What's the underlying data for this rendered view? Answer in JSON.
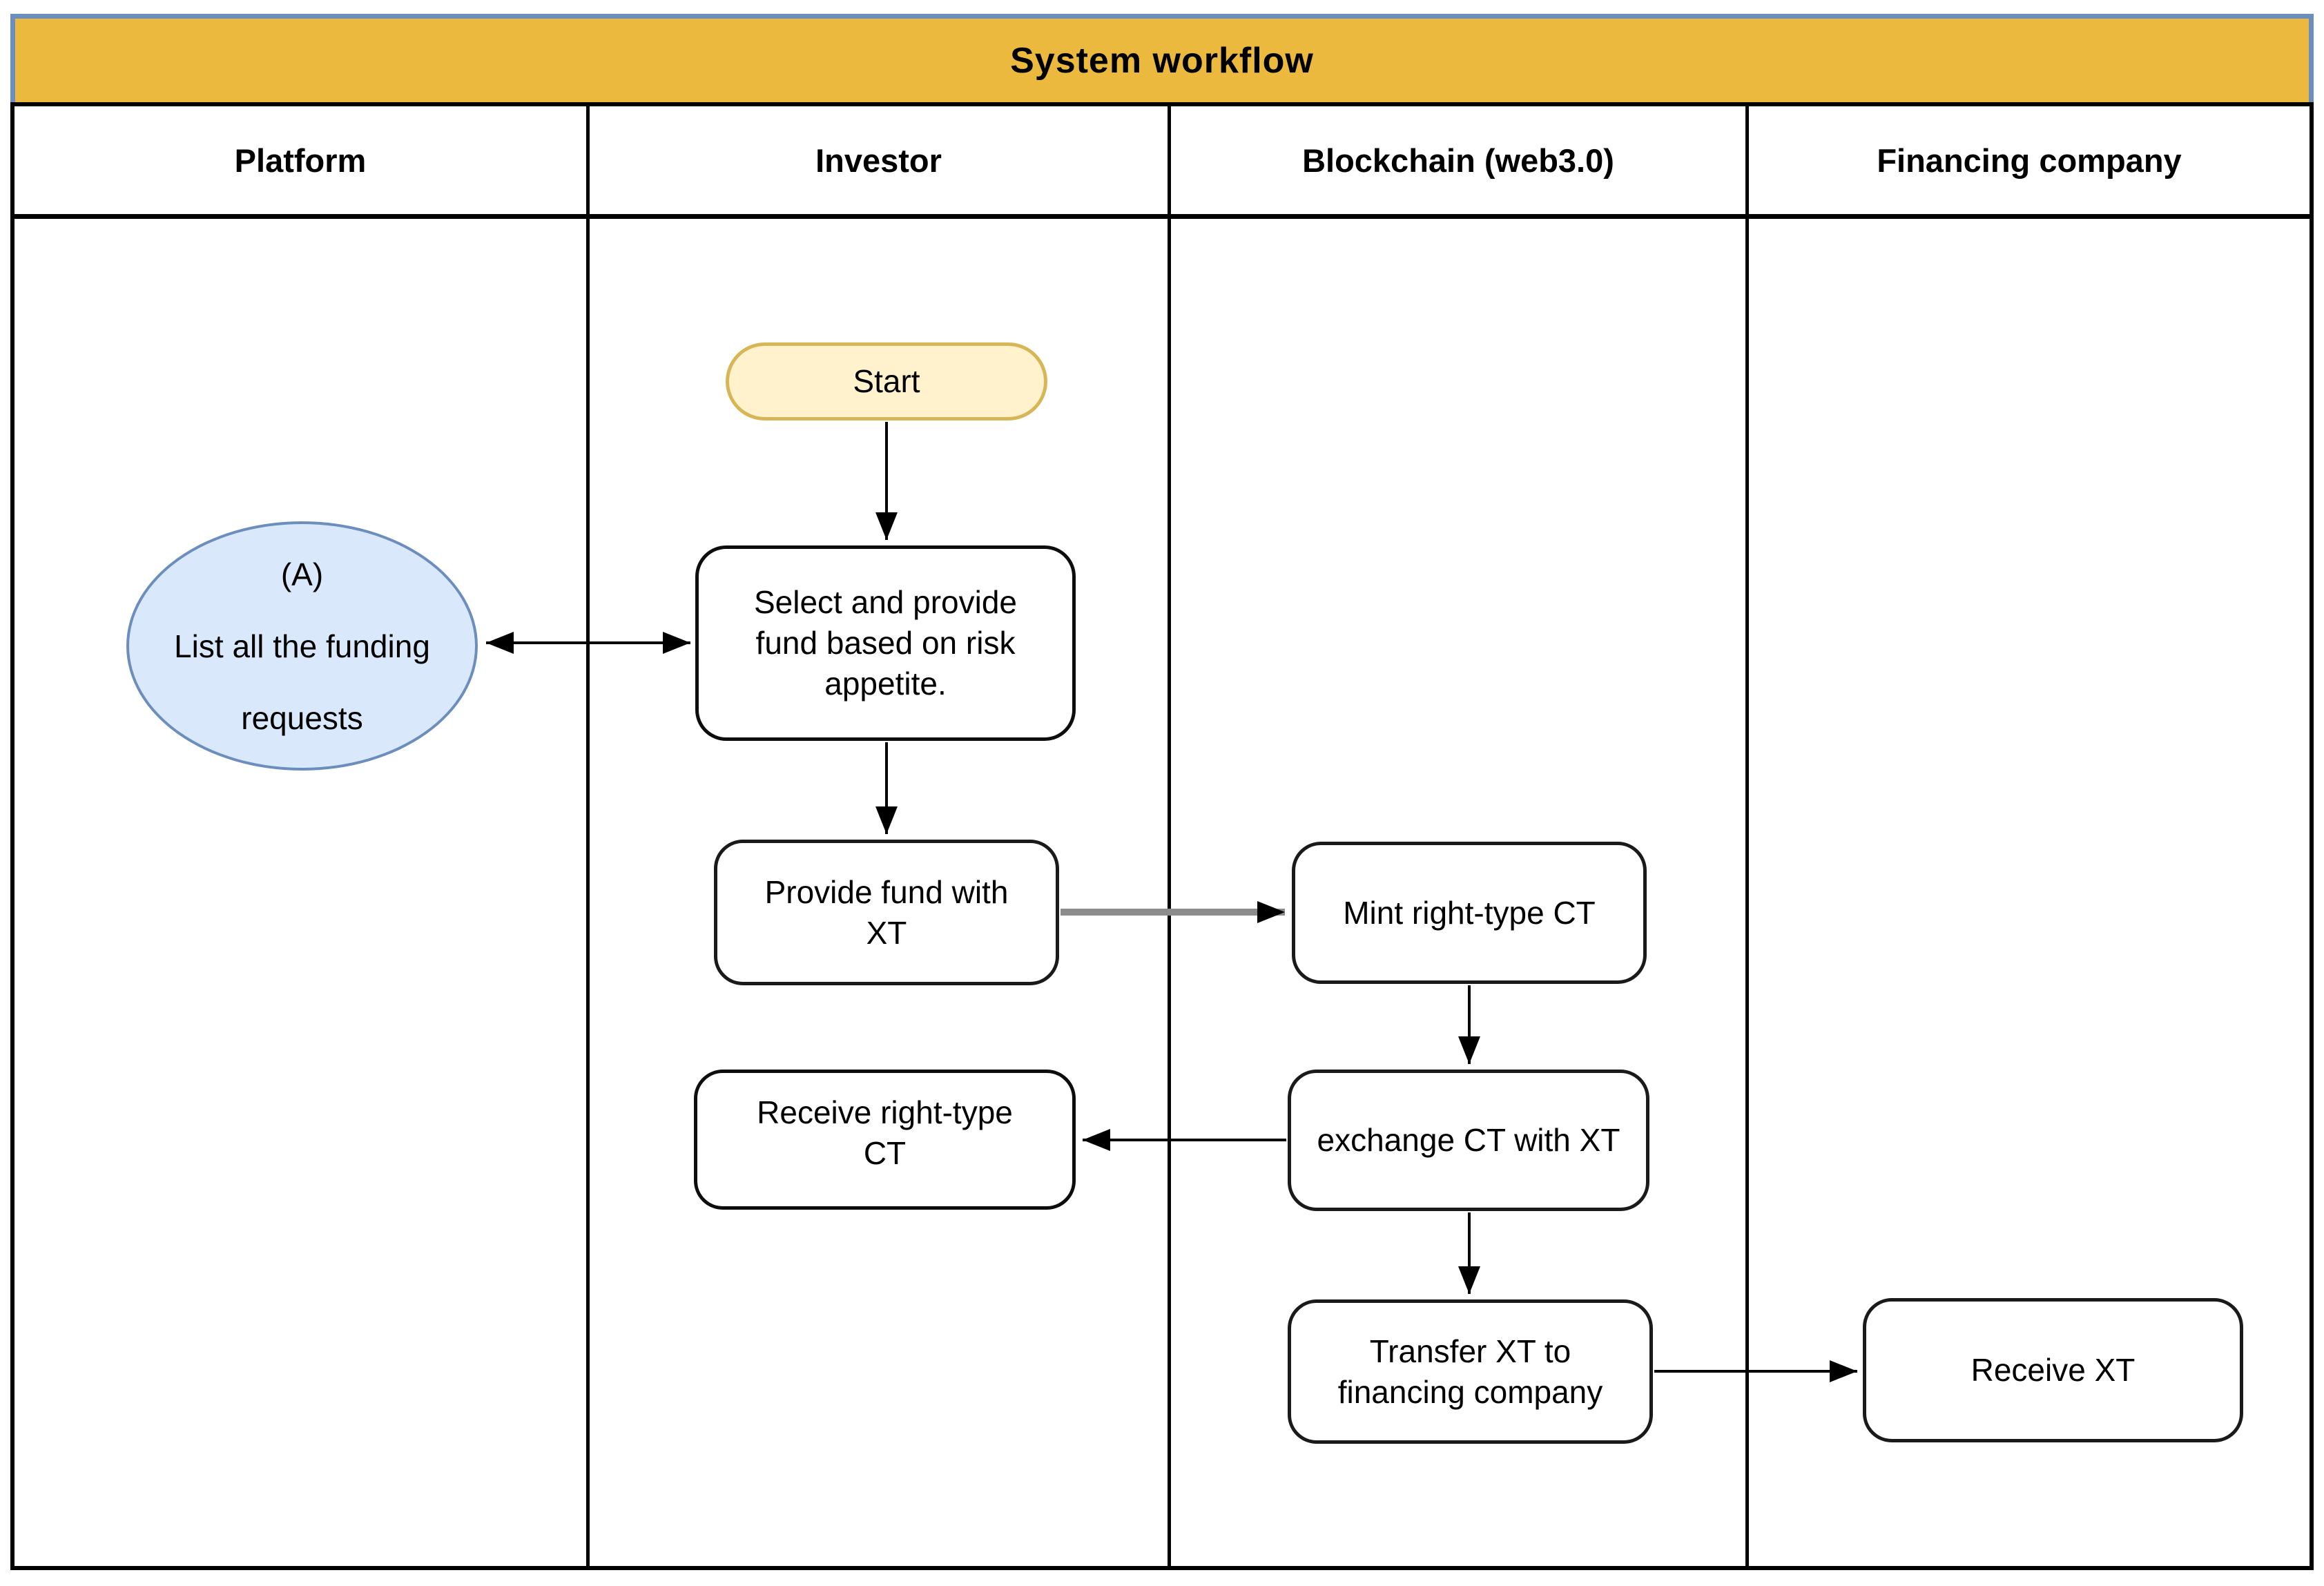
{
  "title": "System workflow",
  "lanes": [
    {
      "label": "Platform"
    },
    {
      "label": "Investor"
    },
    {
      "label": "Blockchain (web3.0)"
    },
    {
      "label": "Financing company"
    }
  ],
  "nodes": {
    "start": {
      "label": "Start",
      "fill": "#FFF2CC",
      "border": "#D6B656"
    },
    "funding_ellipse": {
      "lines": [
        "(A)",
        "List all the funding",
        "requests"
      ],
      "fill": "#DAE8FC",
      "border": "#6C8EBF"
    },
    "select_fund": {
      "label": "Select and provide fund based on risk appetite."
    },
    "provide_fund": {
      "label": "Provide fund with XT"
    },
    "mint_ct": {
      "label": "Mint right-type CT"
    },
    "receive_ct": {
      "label": "Receive right-type CT"
    },
    "exchange_ct": {
      "label": "exchange CT with XT"
    },
    "transfer_xt": {
      "label": "Transfer XT to financing company"
    },
    "receive_xt": {
      "label": "Receive XT"
    }
  },
  "colors": {
    "title_fill": "#ECB93F",
    "title_border": "#6C8EBF",
    "lane_border": "#000000",
    "node_border": "#000000",
    "arrow_black": "#000000",
    "arrow_gray": "#8C8C8C",
    "text": "#000000"
  }
}
